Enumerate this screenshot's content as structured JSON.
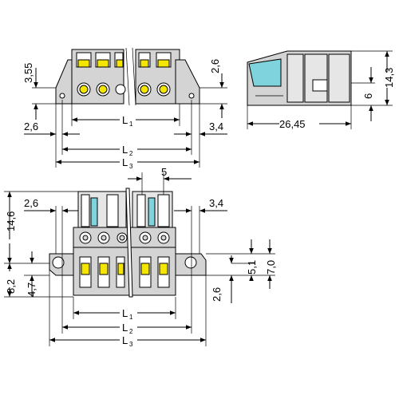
{
  "colors": {
    "housing": "#d4d4d4",
    "housing_light": "#e6e6e6",
    "release_button": "#f5e600",
    "actuator": "#7fd3dc"
  },
  "top_view": {
    "dims": {
      "flange_height": "3,55",
      "left_margin": "2,6",
      "right_margin": "3,4",
      "right_height": "2,6"
    },
    "lengths": {
      "l1": {
        "main": "L",
        "sub": "1"
      },
      "l2": {
        "main": "L",
        "sub": "2"
      },
      "l3": {
        "main": "L",
        "sub": "3"
      }
    }
  },
  "side_view": {
    "dims": {
      "depth": "26,45",
      "height": "14,3",
      "offset": "6"
    }
  },
  "front_view": {
    "dims": {
      "pitch": "5",
      "left_margin": "2,6",
      "right_margin": "3,4",
      "height": "14,6",
      "bottom_height": "8,2",
      "hole_offset": "4,7",
      "right_upper": "5,1",
      "right_total": "7,0",
      "right_lower": "2,6"
    },
    "lengths": {
      "l1": {
        "main": "L",
        "sub": "1"
      },
      "l2": {
        "main": "L",
        "sub": "2"
      },
      "l3": {
        "main": "L",
        "sub": "3"
      }
    }
  }
}
